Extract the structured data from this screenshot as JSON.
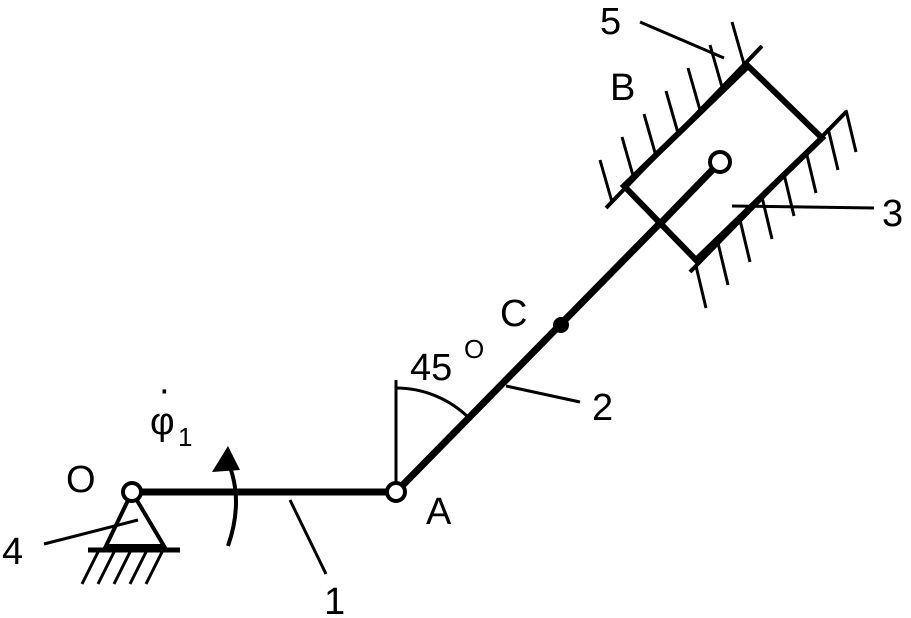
{
  "labels": {
    "point_o": "O",
    "point_a": "A",
    "point_b": "B",
    "point_c": "C",
    "link_1": "1",
    "link_2": "2",
    "part_3": "3",
    "part_4": "4",
    "part_5": "5",
    "angle_value": "45",
    "angle_degree": "O",
    "omega_symbol": "φ",
    "omega_dot": "·",
    "omega_subscript": "1"
  },
  "colors": {
    "line": "#000000",
    "background": "#ffffff"
  }
}
